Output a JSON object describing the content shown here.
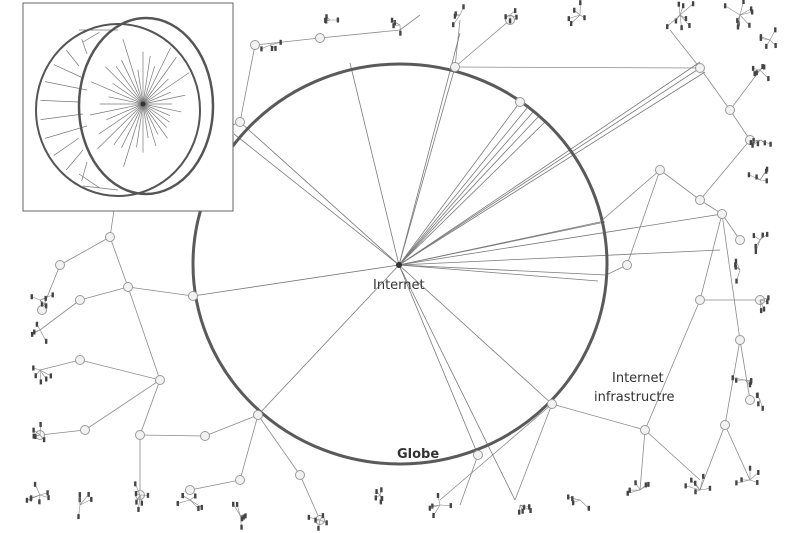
{
  "labels": {
    "internet": "Internet",
    "globe": "Globe",
    "infrastructure_line1": "Internet",
    "infrastructure_line2": "infrastructre"
  },
  "colors": {
    "background": "#ffffff",
    "circle_stroke": "#5a5a5a",
    "edge": "#8a8a8a",
    "node_stroke": "#9a9a9a",
    "node_fill": "#f2f2f2",
    "leaf": "#444444",
    "label": "#333333"
  }
}
